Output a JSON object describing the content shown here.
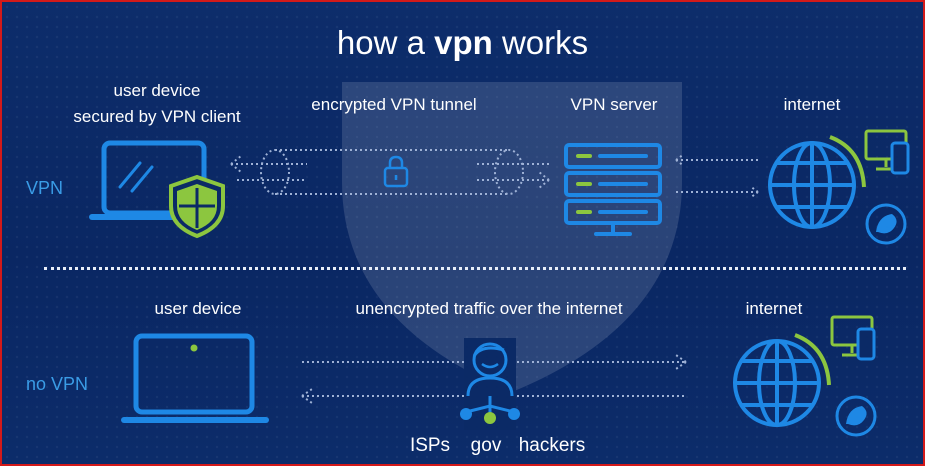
{
  "title": {
    "prefix": "how a ",
    "bold": "vpn",
    "suffix": " works"
  },
  "rows": {
    "vpn": {
      "label": "VPN",
      "device_label_line1": "user device",
      "device_label_line2": "secured by VPN client",
      "tunnel_label": "encrypted VPN tunnel",
      "server_label": "VPN server",
      "internet_label": "internet"
    },
    "no_vpn": {
      "label": "no VPN",
      "device_label": "user device",
      "traffic_label": "unencrypted traffic over the internet",
      "internet_label": "internet",
      "observers": [
        "ISPs",
        "gov",
        "hackers"
      ]
    }
  },
  "colors": {
    "background": "#0b2a66",
    "accent_blue": "#1e88e5",
    "accent_green": "#8cc63f",
    "row_label": "#3a9ce6",
    "border": "#d31a1a"
  },
  "icons": [
    "laptop-icon",
    "shield-icon",
    "lock-icon",
    "server-icon",
    "globe-icon",
    "monitor-icon",
    "phone-icon",
    "browser-icon",
    "user-icon"
  ]
}
